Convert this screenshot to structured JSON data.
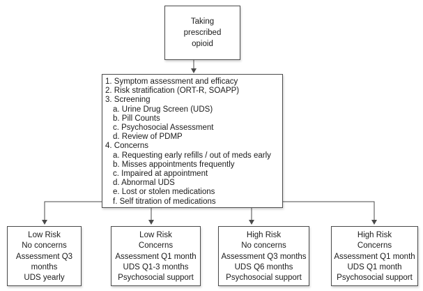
{
  "start": {
    "lines": [
      "Taking",
      "prescribed",
      "opioid"
    ]
  },
  "steps": [
    {
      "label": "1. Symptom assessment and efficacy",
      "sub": []
    },
    {
      "label": "2. Risk stratification (ORT-R, SOAPP)",
      "sub": []
    },
    {
      "label": "3. Screening",
      "sub": [
        "a. Urine Drug Screen (UDS)",
        "b. Pill Counts",
        "c. Psychosocial Assessment",
        "d. Review of PDMP"
      ]
    },
    {
      "label": "4. Concerns",
      "sub": [
        "a. Requesting early refills / out of meds early",
        "b. Misses appointments frequently",
        "c. Impaired at appointment",
        "d. Abnormal UDS",
        "e. Lost or stolen medications",
        "f.  Self titration of medications"
      ]
    }
  ],
  "outcomes": [
    {
      "title": [
        "Low Risk",
        "No concerns"
      ],
      "plan": [
        "Assessment Q3 months",
        "UDS yearly"
      ]
    },
    {
      "title": [
        "Low Risk",
        "Concerns"
      ],
      "plan": [
        "Assessment Q1 month",
        "UDS Q1-3 months",
        "Psychosocial support"
      ]
    },
    {
      "title": [
        "High Risk",
        "No concerns"
      ],
      "plan": [
        "Assessment Q3 months",
        "UDS Q6 months",
        "Psychosocial support"
      ]
    },
    {
      "title": [
        "High Risk",
        "Concerns"
      ],
      "plan": [
        "Assessment Q1 month",
        "UDS Q1 month",
        "Psychosocial support"
      ]
    }
  ],
  "colors": {
    "line": "#4a4a4a",
    "border": "#4a4a4a",
    "text": "#1a1a1a"
  }
}
